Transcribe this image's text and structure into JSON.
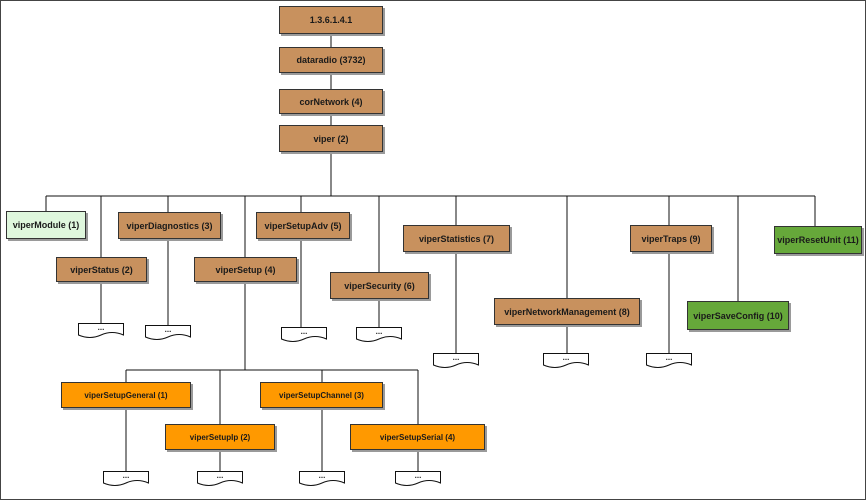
{
  "nodes": {
    "root": "1.3.6.1.4.1",
    "dataradio": "dataradio (3732)",
    "corNetwork": "corNetwork (4)",
    "viper": "viper (2)",
    "viperModule": "viperModule (1)",
    "viperStatus": "viperStatus (2)",
    "viperDiagnostics": "viperDiagnostics (3)",
    "viperSetup": "viperSetup (4)",
    "viperSetupAdv": "viperSetupAdv (5)",
    "viperSecurity": "viperSecurity (6)",
    "viperStatistics": "viperStatistics (7)",
    "viperNetworkManagement": "viperNetworkManagement (8)",
    "viperTraps": "viperTraps (9)",
    "viperSaveConfig": "viperSaveConfig (10)",
    "viperResetUnit": "viperResetUnit (11)",
    "viperSetupGeneral": "viperSetupGeneral (1)",
    "viperSetupIp": "viperSetupIp (2)",
    "viperSetupChannel": "viperSetupChannel (3)",
    "viperSetupSerial": "viperSetupSerial (4)"
  },
  "more_label": "...",
  "colors": {
    "chain": "#c8915e",
    "leaf_green": "#66a83a",
    "light_green": "#dff7dd",
    "setup_children": "#ff9900"
  }
}
